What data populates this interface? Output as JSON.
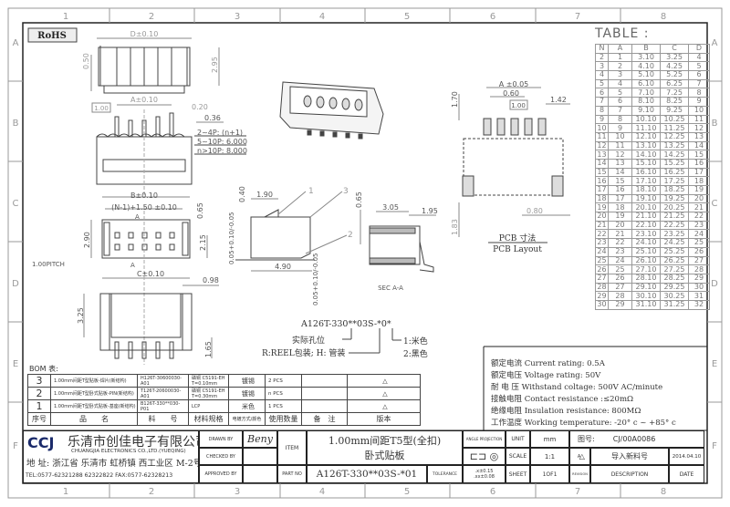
{
  "frame": {
    "columns": [
      "1",
      "2",
      "3",
      "4",
      "5",
      "6",
      "7",
      "8"
    ],
    "rows": [
      "A",
      "B",
      "C",
      "D",
      "E",
      "F"
    ]
  },
  "rohs": "RoHS",
  "top_view": {
    "d": "D±0.10",
    "h1": "0.50",
    "h2": "2.95"
  },
  "front_view": {
    "pitch_box": "1.00",
    "a": "A±0.10",
    "w": "0.20",
    "t": "0.36",
    "notes": [
      "2~4P: (n+1)",
      "5~10P: 6.000",
      "n>10P: 8.000"
    ]
  },
  "plan_view": {
    "b": "B±0.10",
    "n": "(N-1)+1.50  ±0.10",
    "h": "2.90",
    "h2": "0.65",
    "h3": "2.15",
    "pitch": "1.00PITCH",
    "c": "C±0.10",
    "sec_mark": "A"
  },
  "bottom_view": {
    "h": "3.25",
    "w": "0.98",
    "h2": "1.65"
  },
  "side_view": {
    "h": "0.40",
    "w": "1.90",
    "callouts": [
      "1",
      "3",
      "2"
    ],
    "tol1": "0.05+0.10/-0.05",
    "len": "4.90",
    "tol2": "0.05+0.10/-0.05"
  },
  "section": {
    "h": "0.65",
    "w1": "3.05",
    "w2": "1.95",
    "label": "SEC A-A"
  },
  "part_code": {
    "code": "A126T-330**03S-*0*",
    "pins": "实际孔位",
    "pack": "R:REEL包装; H: 管装",
    "color1": "1:米色",
    "color2": "2:黑色"
  },
  "pcb": {
    "h1": "1.70",
    "a": "A ±0.05",
    "w": "0.60",
    "pitch_box": "1.00",
    "w2": "1.42",
    "w3": "0.80",
    "h2": "1.83",
    "title_cn": "PCB  寸法",
    "title_en": "PCB Layout"
  },
  "table": {
    "title": "TABLE :",
    "headers": [
      "N",
      "A",
      "B",
      "C",
      "D"
    ],
    "rows": [
      [
        "2",
        "1",
        "3.10",
        "3.25",
        "4"
      ],
      [
        "3",
        "2",
        "4.10",
        "4.25",
        "5"
      ],
      [
        "4",
        "3",
        "5.10",
        "5.25",
        "6"
      ],
      [
        "5",
        "4",
        "6.10",
        "6.25",
        "7"
      ],
      [
        "6",
        "5",
        "7.10",
        "7.25",
        "8"
      ],
      [
        "7",
        "6",
        "8.10",
        "8.25",
        "9"
      ],
      [
        "8",
        "7",
        "9.10",
        "9.25",
        "10"
      ],
      [
        "9",
        "8",
        "10.10",
        "10.25",
        "11"
      ],
      [
        "10",
        "9",
        "11.10",
        "11.25",
        "12"
      ],
      [
        "11",
        "10",
        "12.10",
        "12.25",
        "13"
      ],
      [
        "12",
        "11",
        "13.10",
        "13.25",
        "14"
      ],
      [
        "13",
        "12",
        "14.10",
        "14.25",
        "15"
      ],
      [
        "14",
        "13",
        "15.10",
        "15.25",
        "16"
      ],
      [
        "15",
        "14",
        "16.10",
        "16.25",
        "17"
      ],
      [
        "16",
        "15",
        "17.10",
        "17.25",
        "18"
      ],
      [
        "17",
        "16",
        "18.10",
        "18.25",
        "19"
      ],
      [
        "18",
        "17",
        "19.10",
        "19.25",
        "20"
      ],
      [
        "19",
        "18",
        "20.10",
        "20.25",
        "21"
      ],
      [
        "20",
        "19",
        "21.10",
        "21.25",
        "22"
      ],
      [
        "21",
        "20",
        "22.10",
        "22.25",
        "23"
      ],
      [
        "22",
        "21",
        "23.10",
        "23.25",
        "24"
      ],
      [
        "23",
        "22",
        "24.10",
        "24.25",
        "25"
      ],
      [
        "24",
        "23",
        "25.10",
        "25.25",
        "26"
      ],
      [
        "25",
        "24",
        "26.10",
        "26.25",
        "27"
      ],
      [
        "26",
        "25",
        "27.10",
        "27.25",
        "28"
      ],
      [
        "27",
        "26",
        "28.10",
        "28.25",
        "29"
      ],
      [
        "28",
        "27",
        "29.10",
        "29.25",
        "30"
      ],
      [
        "29",
        "28",
        "30.10",
        "30.25",
        "31"
      ],
      [
        "30",
        "29",
        "31.10",
        "31.25",
        "32"
      ]
    ]
  },
  "specs": [
    "额定电流 Current rating: 0.5A",
    "额定电压 Voltage rating: 50V",
    "耐 电 压 Withstand coltage: 500V AC/minute",
    "接触电阻 Contact resistance :≤20mΩ",
    "绝缘电阻 Insulation resistance: 800MΩ",
    "工作温度 Working temperature: -20° c ~ +85° c"
  ],
  "bom": {
    "label": "BOM 表:",
    "headers": [
      "序号",
      "品　　名",
      "料　　号",
      "材料规格",
      "电镀方式/颜色",
      "使用数量",
      "备　注",
      "版本"
    ],
    "rows": [
      [
        "3",
        "1.00mm间距T型贴板-焊片(新结构)",
        "H126T-30600030-A01",
        "磷铜 C5191-EH T=0.10mm",
        "镀锡",
        "2 PCS",
        "",
        "A"
      ],
      [
        "2",
        "1.00mm间距T型卧式贴板-PIN(新结构)",
        "T126T-20600030-A01",
        "磷铜 C5191-EH T=0.30mm",
        "镀锡",
        "n PCS",
        "",
        "A"
      ],
      [
        "1",
        "1.00mm间距T型卧式贴板-基座(新结构)",
        "B126T-330**030-P01",
        "LCP",
        "米色",
        "1 PCS",
        "",
        "A"
      ]
    ]
  },
  "title_block": {
    "company_cn": "乐清市创佳电子有限公司",
    "company_en": "CHUANGJIA ELECTRONICS CO.,LTD.(YUEQING)",
    "address": "地 址: 浙江省 乐清市 虹桥镇 西工业区 M-2号",
    "tel": "TEL:0577-62321288 62322822 FAX:0577-62328213",
    "logo": "CCJ",
    "drawn_by_label": "DRAWN BY",
    "drawn_by": "Beny",
    "checked_by_label": "CHECKED BY",
    "approved_by_label": "APPROVED BY",
    "item_label": "ITEM",
    "title1": "1.00mm间距T5型(全扣)",
    "title2": "卧式贴板",
    "part_no_label": "PART NO",
    "part_no": "A126T-330**03S-*01",
    "tolerance_label": "TOLERANCE",
    "tolerance": ".x±0.15\n.xx±0.08",
    "angle_label": "ANGLE PROJECTION",
    "unit_label": "UNIT",
    "unit": "mm",
    "scale_label": "SCALE",
    "scale": "1:1",
    "sheet_label": "SHEET",
    "sheet": "1OF1",
    "drawing_no_label": "图号:",
    "drawing_no": "CJ/00A0086",
    "rev": "A",
    "rev_desc": "导入新料号",
    "rev_date": "2014.04.10",
    "revision_label": "REVISION",
    "description_label": "DESCRIPTION",
    "date_label": "DATE"
  }
}
